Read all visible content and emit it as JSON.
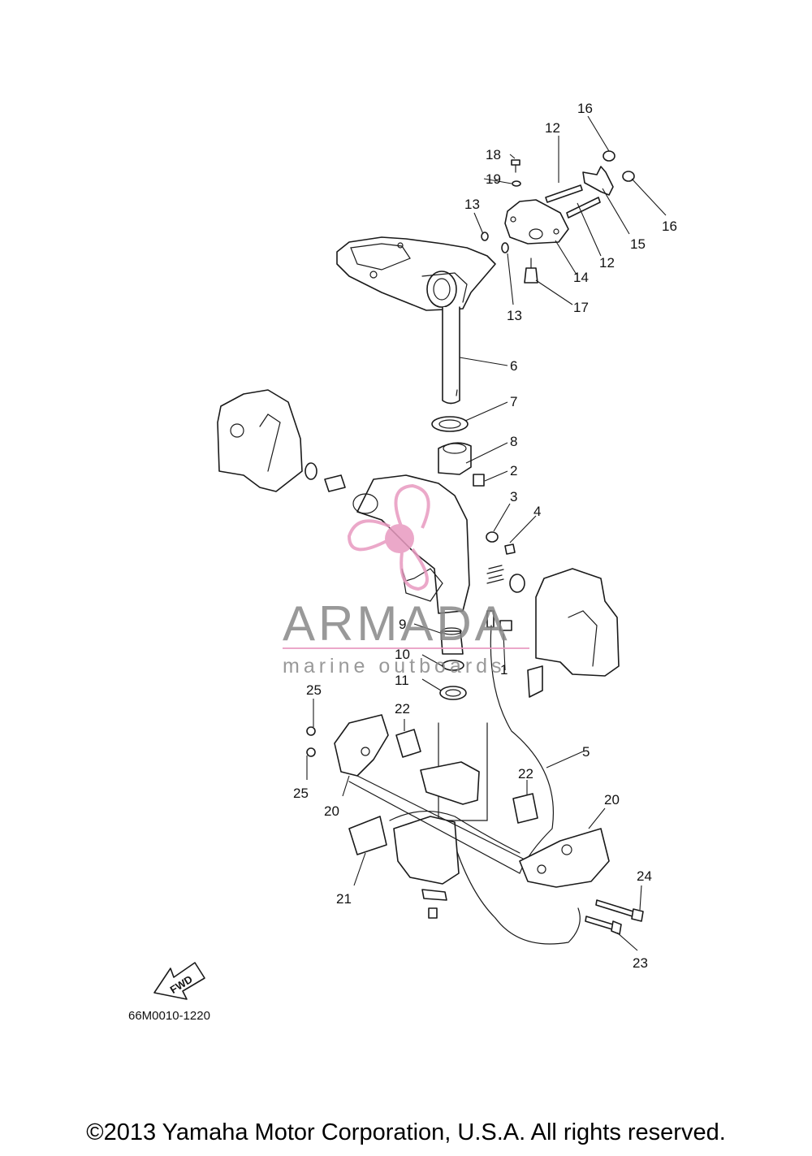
{
  "diagram": {
    "part_numbers": [
      "1",
      "2",
      "3",
      "4",
      "5",
      "6",
      "7",
      "8",
      "9",
      "10",
      "11",
      "12",
      "13",
      "14",
      "15",
      "16",
      "17",
      "18",
      "19",
      "20",
      "21",
      "22",
      "23",
      "24",
      "25"
    ],
    "drawing_code": "66M0010-1220",
    "fwd_label": "FWD"
  },
  "watermark": {
    "brand": "ARMADA",
    "tagline": "marine outboards",
    "color": "#e89ac0",
    "text_color": "#888888"
  },
  "footer": {
    "copyright": "©2013 Yamaha Motor Corporation, U.S.A. All rights reserved."
  }
}
